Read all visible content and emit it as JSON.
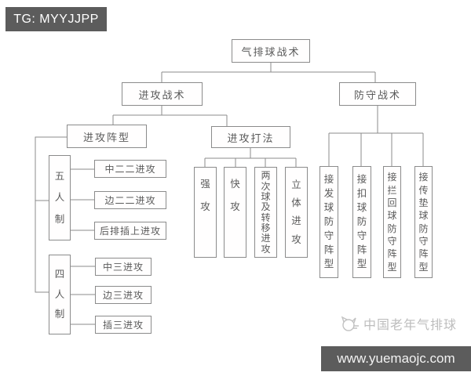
{
  "badge": {
    "text": "TG: MYYJJPP"
  },
  "url_bar": {
    "text": "www.yuemaojc.com"
  },
  "watermark": {
    "text": "中国老年气排球",
    "icon": "cat-logo"
  },
  "colors": {
    "badge_background": "#5c5c5c",
    "line": "#8b8b8b",
    "node_text": "#5a5a5a",
    "watermark_text": "#bdbdbd",
    "background": "#ffffff"
  },
  "diagram": {
    "root": "气排球战术",
    "attack": "进攻战术",
    "defense": "防守战术",
    "attack_formation": "进攻阵型",
    "attack_methods": "进攻打法",
    "five_player": "五人制",
    "four_player": "四人制",
    "five_player_items": [
      "中二二进攻",
      "边二二进攻",
      "后排插上进攻"
    ],
    "four_player_items": [
      "中三进攻",
      "边三进攻",
      "插三进攻"
    ],
    "method_items": [
      "强攻",
      "快攻",
      "两次球及转移进攻",
      "立体进攻"
    ],
    "defense_items": [
      "接发球防守阵型",
      "接扣球防守阵型",
      "接拦回球防守阵型",
      "接传垫球防守阵型"
    ]
  }
}
